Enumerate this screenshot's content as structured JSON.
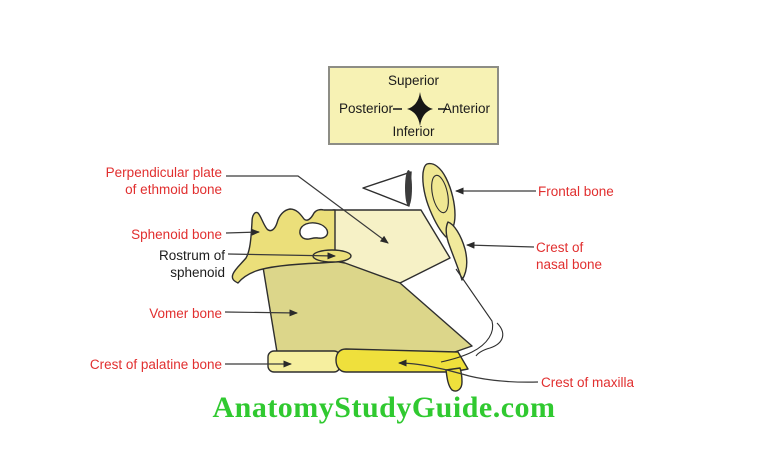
{
  "compass": {
    "superior": "Superior",
    "posterior": "Posterior",
    "anterior": "Anterior",
    "inferior": "Inferior"
  },
  "labels": {
    "perpendicular_plate": "Perpendicular plate\nof ethmoid bone",
    "sphenoid_bone": "Sphenoid bone",
    "rostrum_of_sphenoid": "Rostrum of\nsphenoid",
    "vomer_bone": "Vomer bone",
    "crest_of_palatine": "Crest of palatine bone",
    "frontal_bone": "Frontal bone",
    "crest_of_nasal": "Crest of\nnasal bone",
    "crest_of_maxilla": "Crest of maxilla"
  },
  "watermark": "AnatomyStudyGuide.com",
  "colors": {
    "label_red": "#e12f2f",
    "label_black": "#1c1c1c",
    "watermark_green": "#30c930",
    "compass_fill": "#f7f2b4",
    "ethmoid_fill": "#f6f1c6",
    "vomer_fill": "#dcd68a",
    "sphenoid_fill": "#ebdf7a",
    "frontal_fill": "#f0e893",
    "nasal_fill": "#f1e99c",
    "palatine_fill": "#f6ef9f",
    "maxilla_fill": "#efe03c",
    "bone_hole": "#ffffff",
    "lens_dark": "#3c3c3c"
  }
}
